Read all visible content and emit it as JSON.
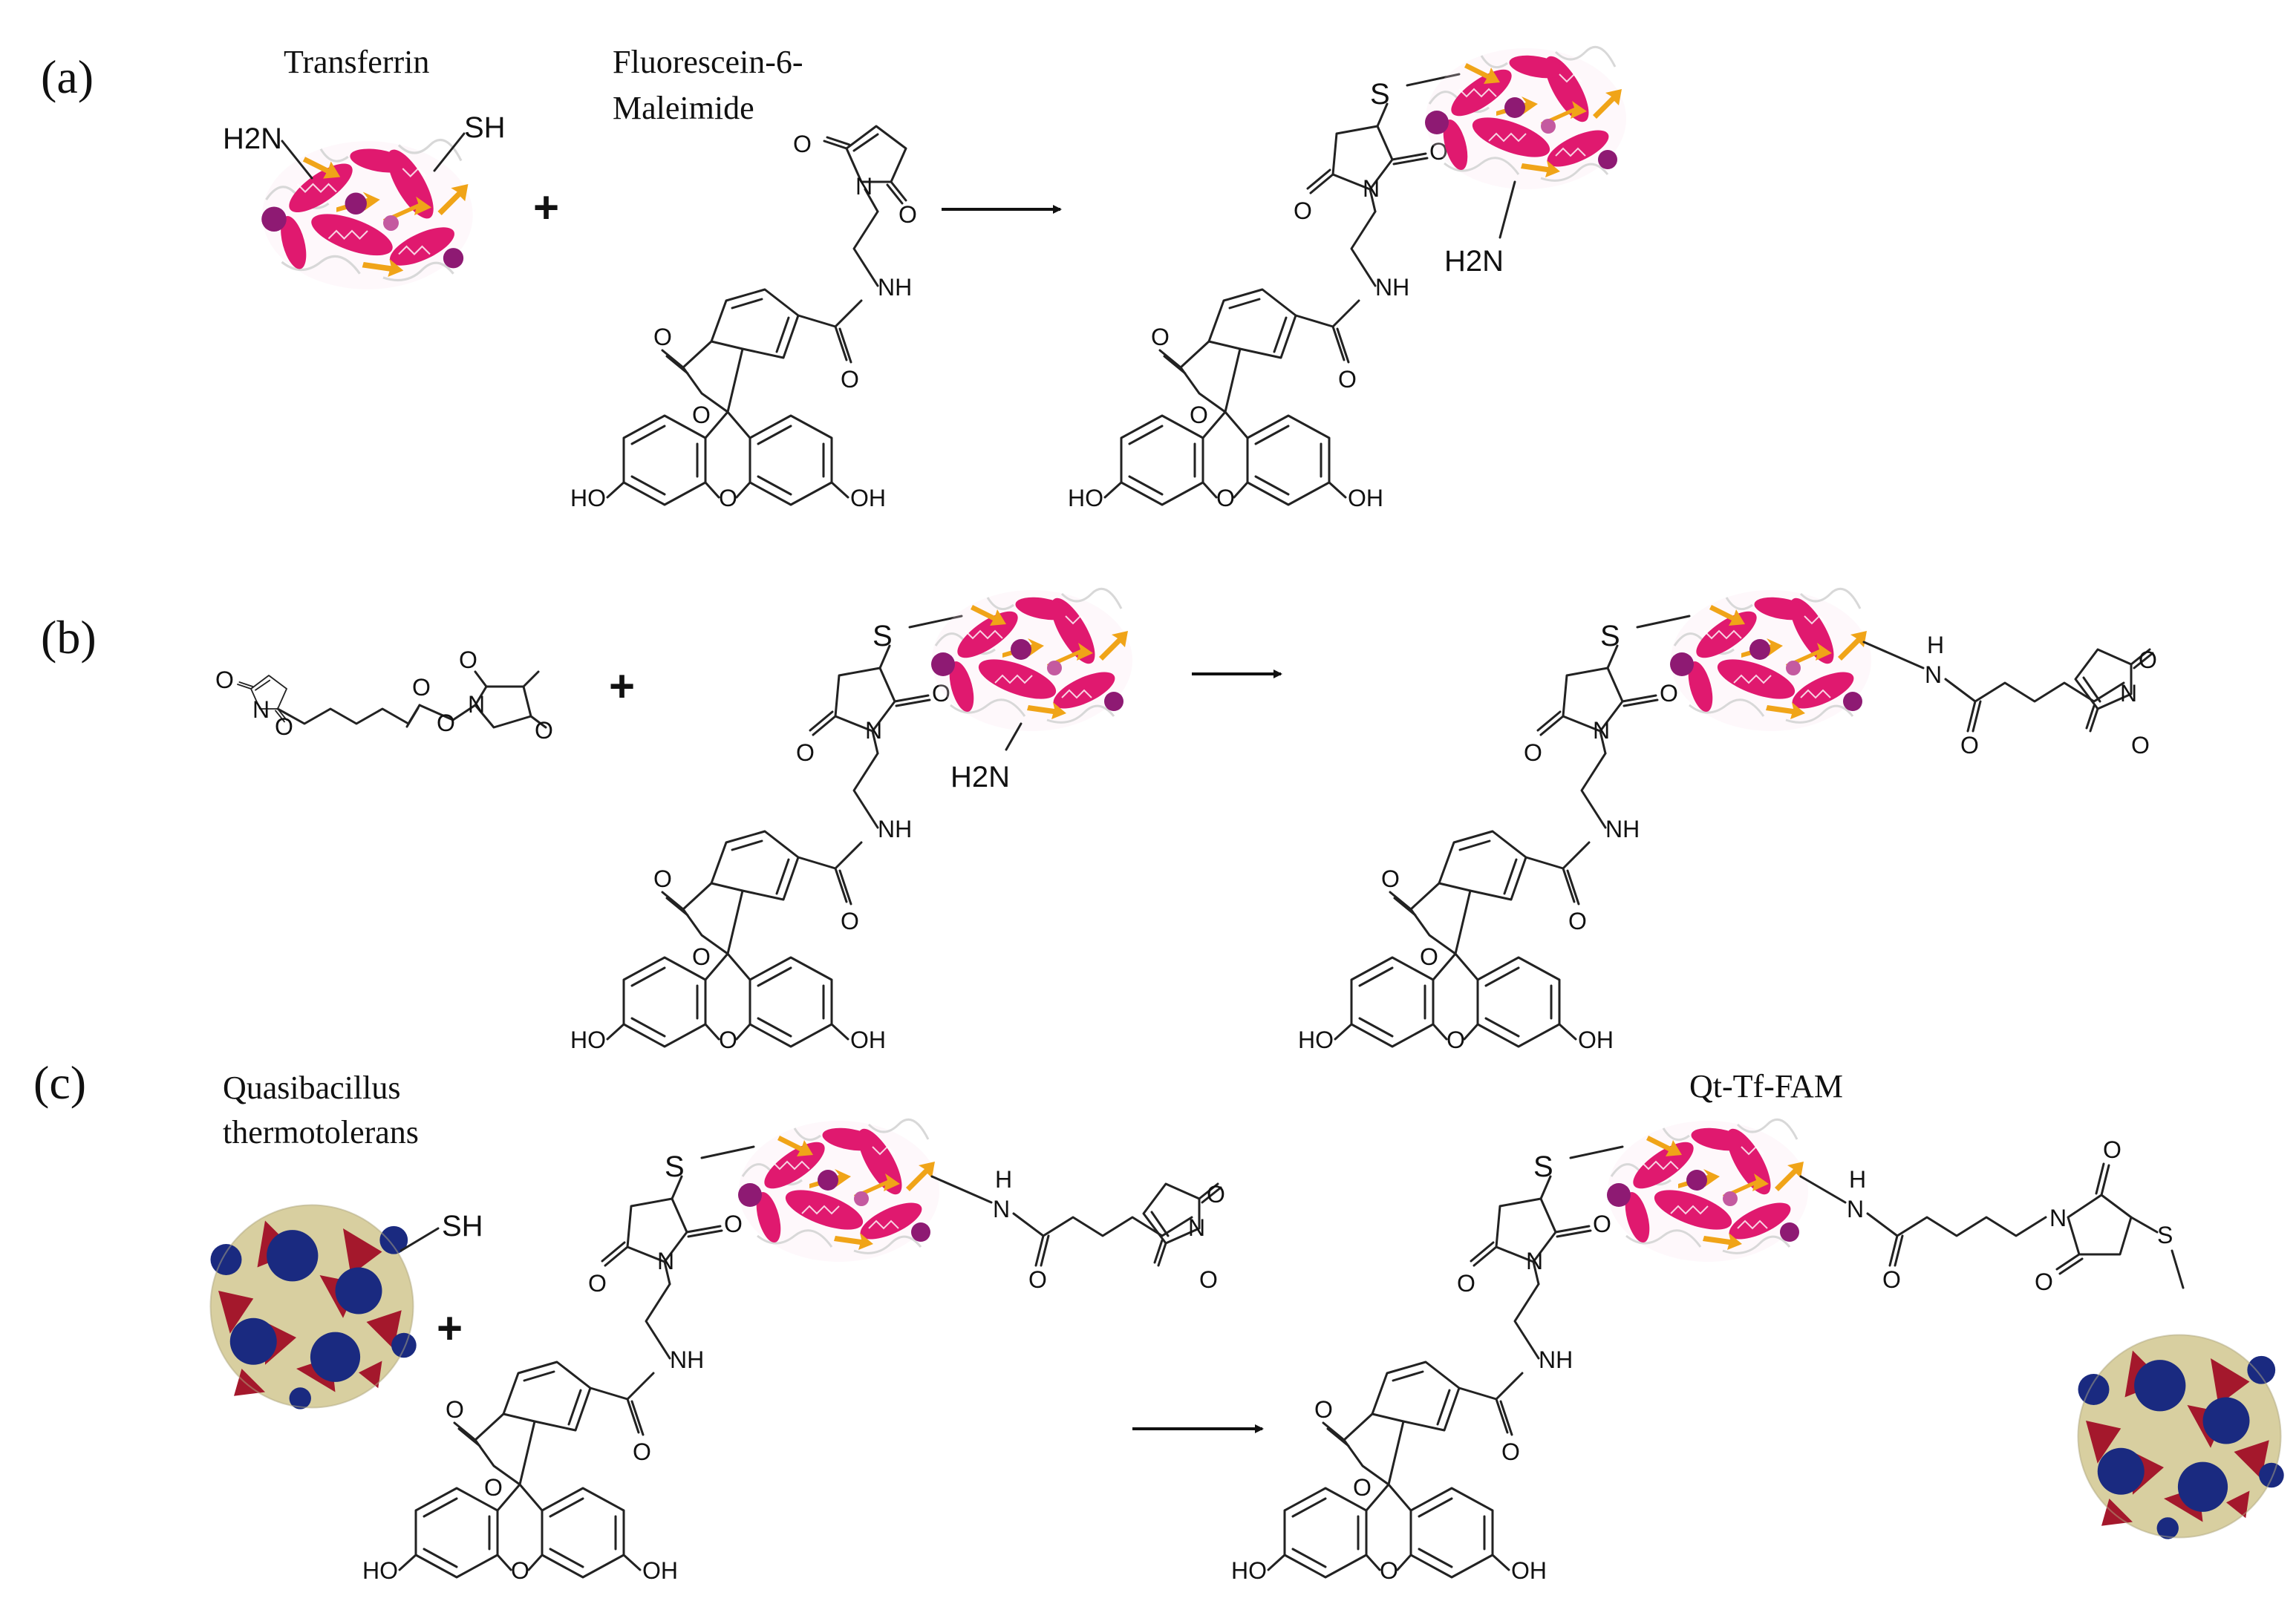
{
  "panels": {
    "a": "(a)",
    "b": "(b)",
    "c": "(c)"
  },
  "captions": {
    "transferrin": "Transferrin",
    "fluorescein_line1": "Fluorescein-6-",
    "fluorescein_line2": "Maleimide",
    "qbeta_line1": "Quasibacillus",
    "qbeta_line2": "thermotolerans",
    "product": "Qt-Tf-FAM"
  },
  "atoms": {
    "H2N": "H2N",
    "SH": "SH",
    "S": "S",
    "O": "O",
    "N": "N",
    "NH": "NH",
    "H": "H",
    "HO": "HO",
    "OH": "OH"
  },
  "symbols": {
    "plus": "+"
  },
  "colors": {
    "protein_magenta": "#e0196f",
    "protein_orange": "#f0a418",
    "protein_purple": "#8e1a73",
    "capsid_navy": "#1a2a80",
    "capsid_red": "#a4182c",
    "capsid_beige": "#d8cfa0"
  }
}
